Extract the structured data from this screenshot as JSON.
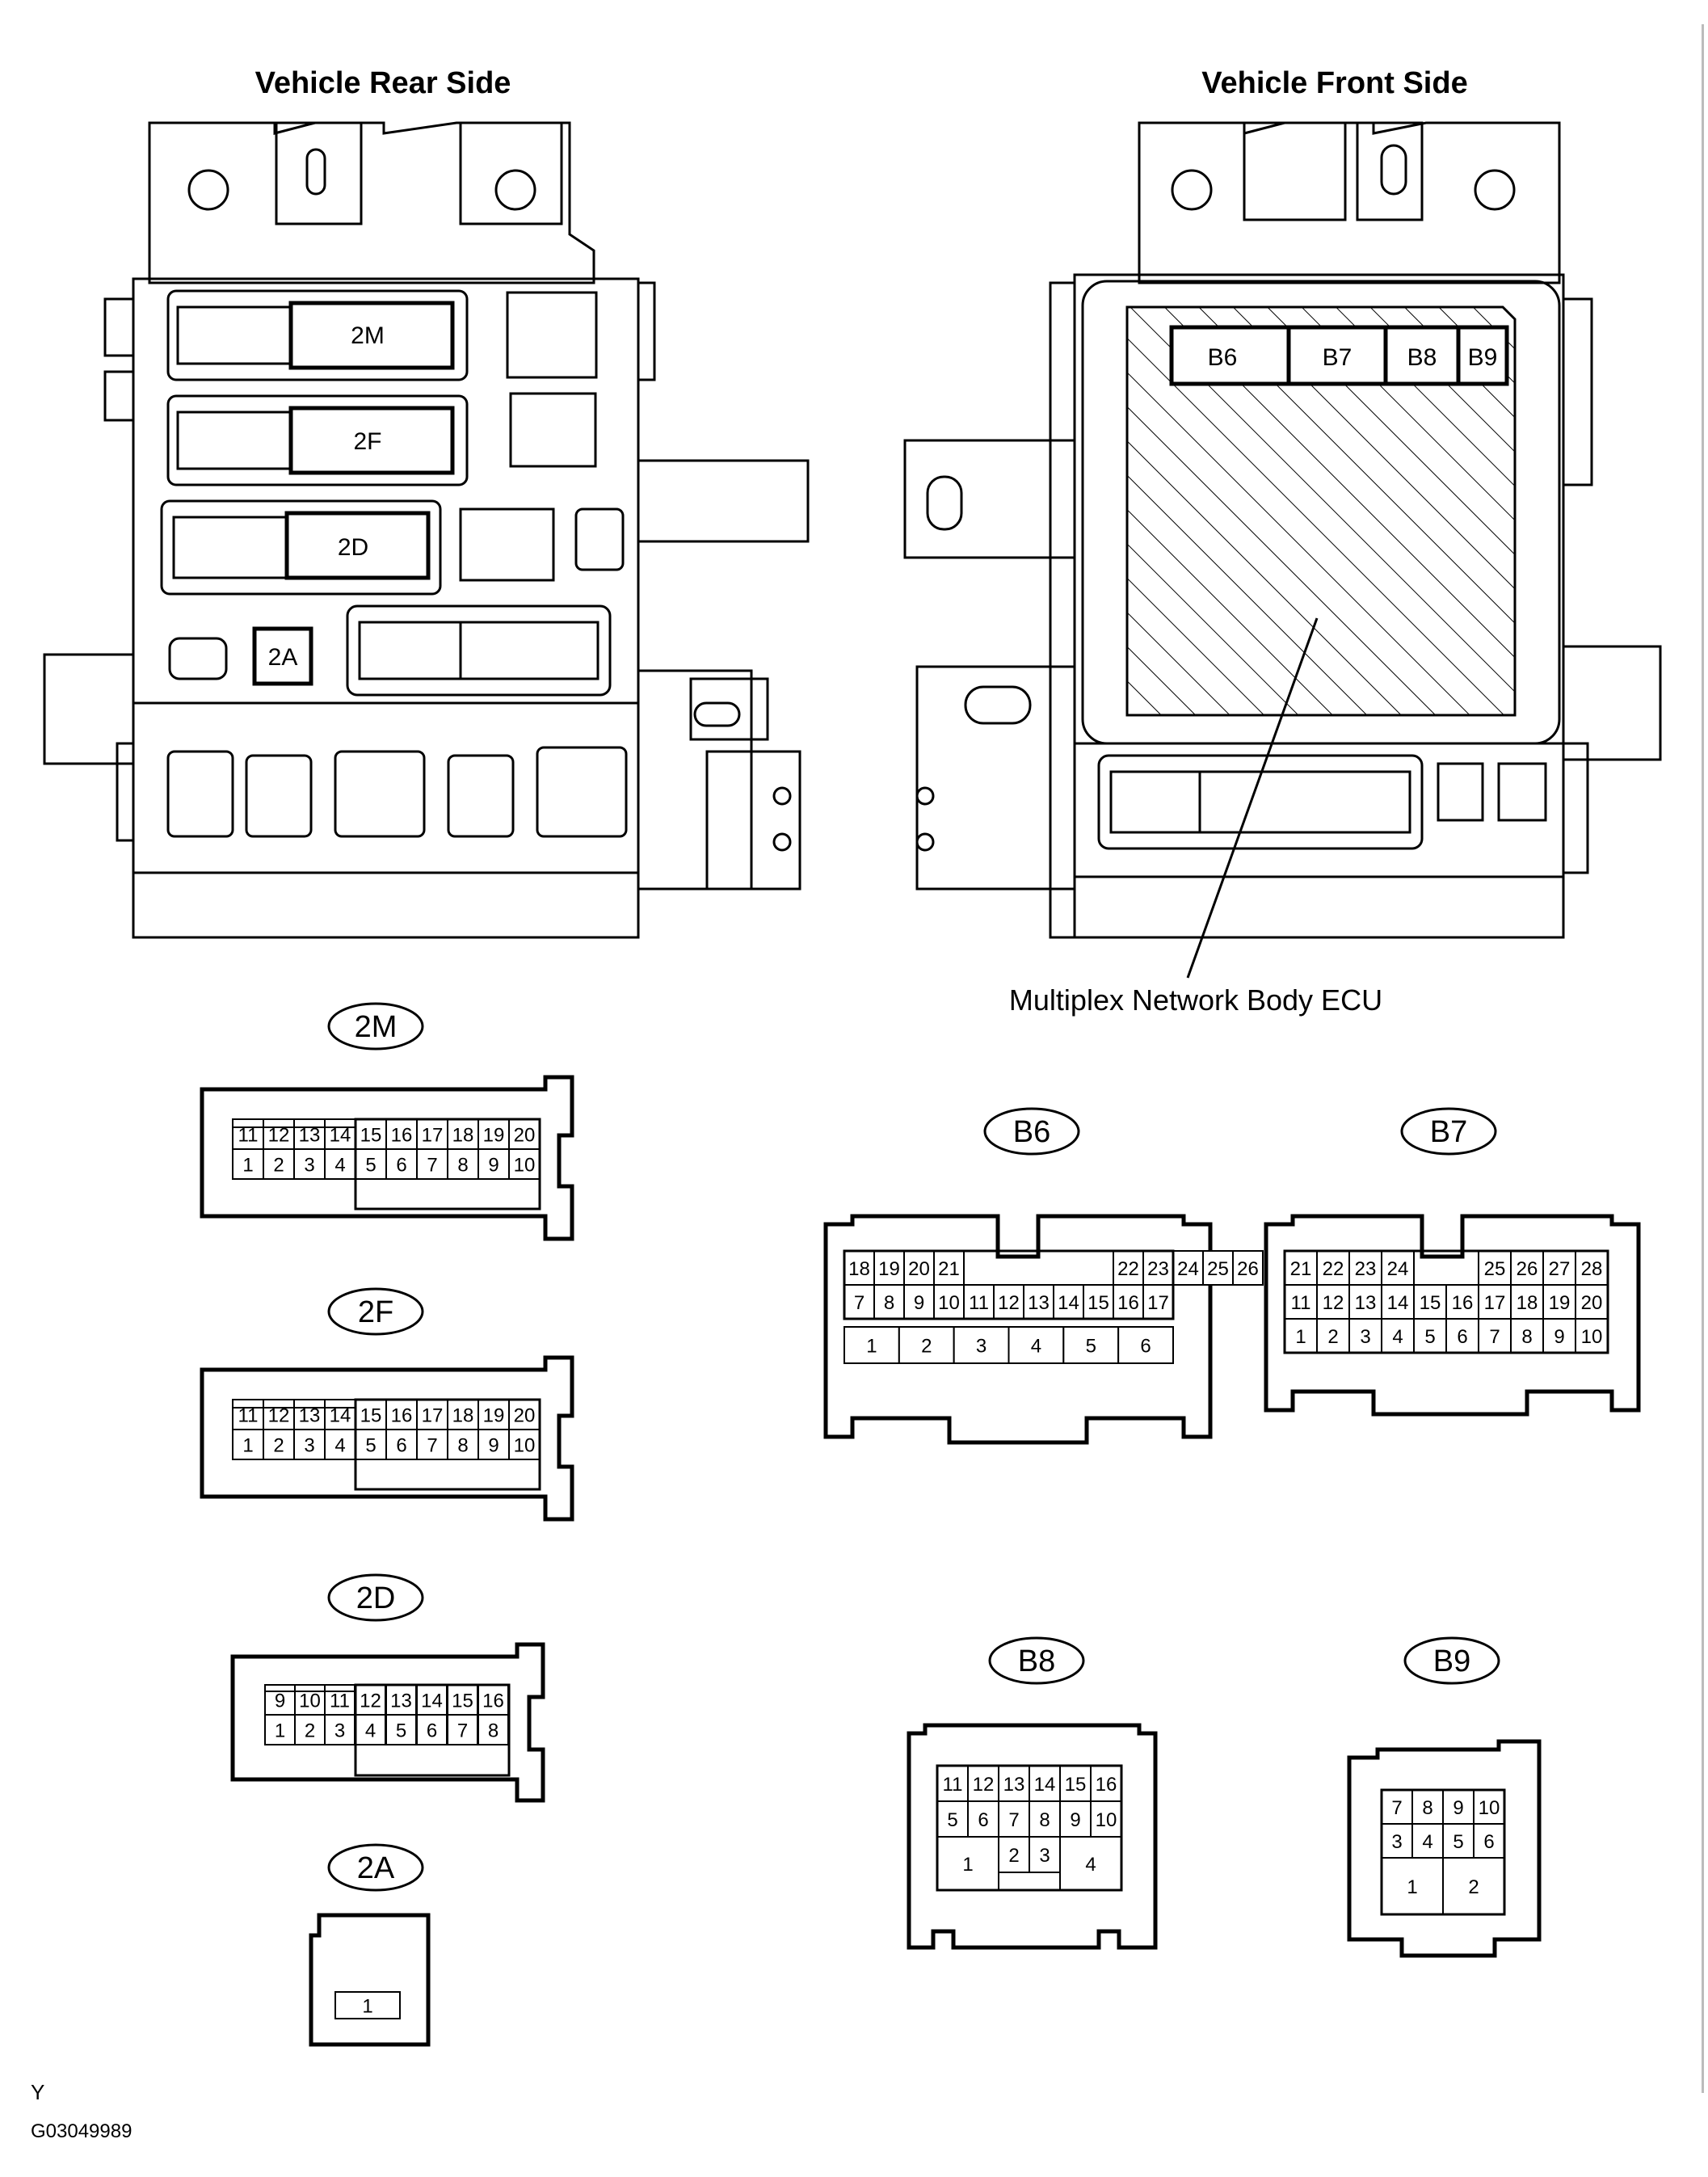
{
  "titles": {
    "rear": "Vehicle Rear Side",
    "front": "Vehicle Front Side"
  },
  "rear_block_labels": {
    "c2m": "2M",
    "c2f": "2F",
    "c2d": "2D",
    "c2a": "2A"
  },
  "front_block_labels": {
    "b6": "B6",
    "b7": "B7",
    "b8": "B8",
    "b9": "B9"
  },
  "ecu_label": "Multiplex Network Body ECU",
  "connectors": {
    "2M": {
      "tag": "2M",
      "rows": [
        [
          "11",
          "12",
          "13",
          "14",
          "15",
          "16",
          "17",
          "18",
          "19",
          "20"
        ],
        [
          "1",
          "2",
          "3",
          "4",
          "5",
          "6",
          "7",
          "8",
          "9",
          "10"
        ]
      ]
    },
    "2F": {
      "tag": "2F",
      "rows": [
        [
          "11",
          "12",
          "13",
          "14",
          "15",
          "16",
          "17",
          "18",
          "19",
          "20"
        ],
        [
          "1",
          "2",
          "3",
          "4",
          "5",
          "6",
          "7",
          "8",
          "9",
          "10"
        ]
      ]
    },
    "2D": {
      "tag": "2D",
      "rows": [
        [
          "9",
          "10",
          "11",
          "12",
          "13",
          "14",
          "15",
          "16"
        ],
        [
          "1",
          "2",
          "3",
          "4",
          "5",
          "6",
          "7",
          "8"
        ]
      ]
    },
    "2A": {
      "tag": "2A",
      "rows": [
        [
          "1"
        ]
      ]
    },
    "B6": {
      "tag": "B6",
      "rows": [
        [
          "18",
          "19",
          "20",
          "21",
          "22",
          "23",
          "24",
          "25",
          "26"
        ],
        [
          "7",
          "8",
          "9",
          "10",
          "11",
          "12",
          "13",
          "14",
          "15",
          "16",
          "17"
        ],
        [
          "1",
          "2",
          "3",
          "4",
          "5",
          "6"
        ]
      ]
    },
    "B7": {
      "tag": "B7",
      "rows": [
        [
          "21",
          "22",
          "23",
          "24",
          "25",
          "26",
          "27",
          "28"
        ],
        [
          "11",
          "12",
          "13",
          "14",
          "15",
          "16",
          "17",
          "18",
          "19",
          "20"
        ],
        [
          "1",
          "2",
          "3",
          "4",
          "5",
          "6",
          "7",
          "8",
          "9",
          "10"
        ]
      ]
    },
    "B8": {
      "tag": "B8",
      "rows": [
        [
          "11",
          "12",
          "13",
          "14",
          "15",
          "16"
        ],
        [
          "5",
          "6",
          "7",
          "8",
          "9",
          "10"
        ],
        [
          "1",
          "2",
          "3",
          "4"
        ]
      ]
    },
    "B9": {
      "tag": "B9",
      "rows": [
        [
          "7",
          "8",
          "9",
          "10"
        ],
        [
          "3",
          "4",
          "5",
          "6"
        ],
        [
          "1",
          "2"
        ]
      ]
    }
  },
  "footer": {
    "mark": "Y",
    "code": "G03049989"
  }
}
